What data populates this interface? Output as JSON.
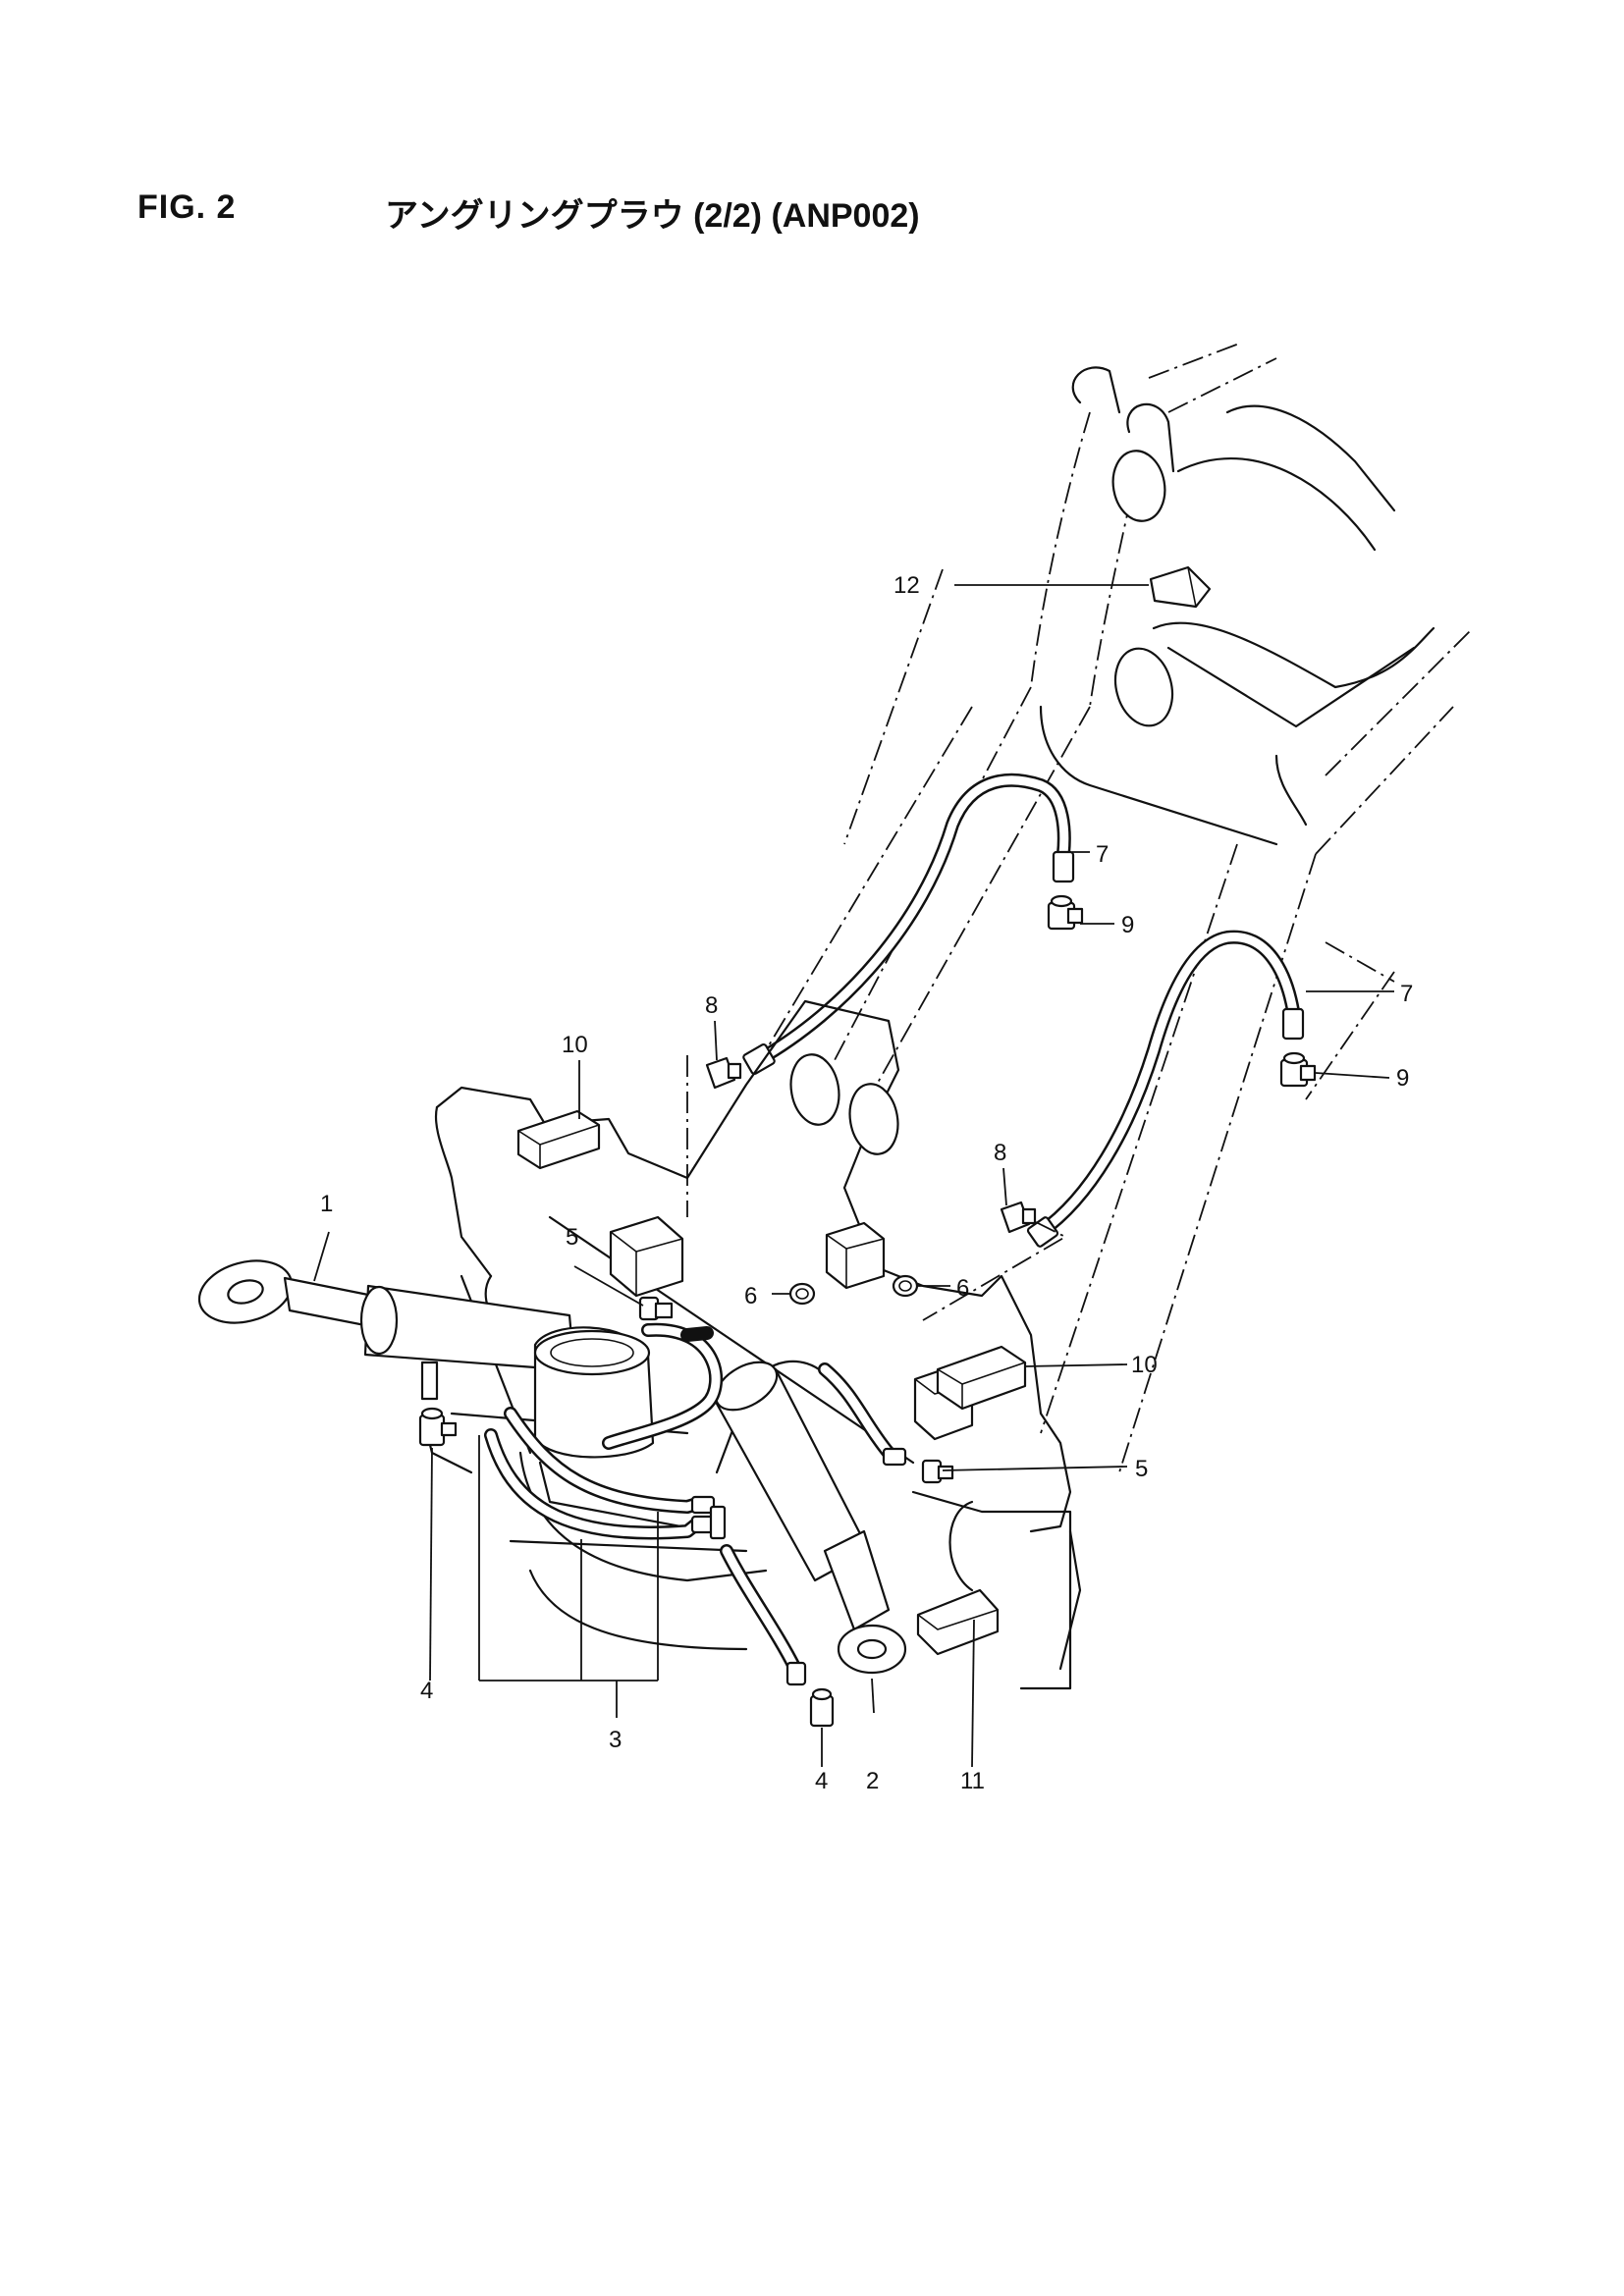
{
  "header": {
    "fig_number": "FIG. 2",
    "title": "アングリングプラウ (2/2) (ANP002)"
  },
  "callouts": {
    "c1": "1",
    "c2": "2",
    "c3": "3",
    "c4a": "4",
    "c4b": "4",
    "c5a": "5",
    "c5b": "5",
    "c6a": "6",
    "c6b": "6",
    "c7a": "7",
    "c7b": "7",
    "c8a": "8",
    "c8b": "8",
    "c9a": "9",
    "c9b": "9",
    "c10a": "10",
    "c10b": "10",
    "c11": "11",
    "c12": "12"
  }
}
